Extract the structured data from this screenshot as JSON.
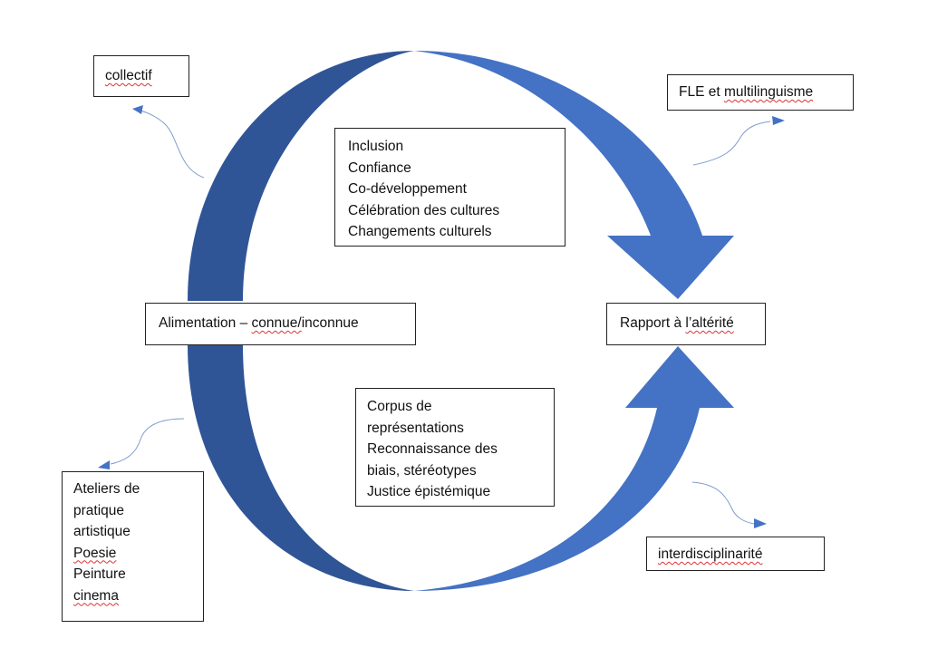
{
  "colors": {
    "arrow_dark": "#2f5597",
    "arrow_light": "#4472c4",
    "connector": "#6f8fc6",
    "box_border": "#222222"
  },
  "top_box": {
    "lines": [
      "Inclusion",
      "Confiance",
      "Co-développement",
      "Célébration des cultures",
      "Changements culturels"
    ]
  },
  "bottom_box": {
    "lines": [
      "Corpus de",
      "représentations",
      "Reconnaissance des",
      "biais, stéréotypes",
      "Justice épistémique"
    ]
  },
  "left_node": {
    "prefix": "Alimentation – ",
    "underlined": "connue/",
    "suffix": "inconnue"
  },
  "right_node": {
    "prefix": "Rapport à ",
    "underlined": "l’altérité"
  },
  "satellites": {
    "collectif": "collectif",
    "fle_prefix": "FLE et ",
    "fle_underlined": "multilinguisme",
    "interdisciplinarite": "interdisciplinarité",
    "ateliers": {
      "lines": [
        "Ateliers de",
        "pratique",
        "artistique"
      ],
      "underlined_lines": [
        "Poesie"
      ],
      "plain_lines": [
        "Peinture"
      ],
      "last_underlined": "cinema"
    }
  }
}
